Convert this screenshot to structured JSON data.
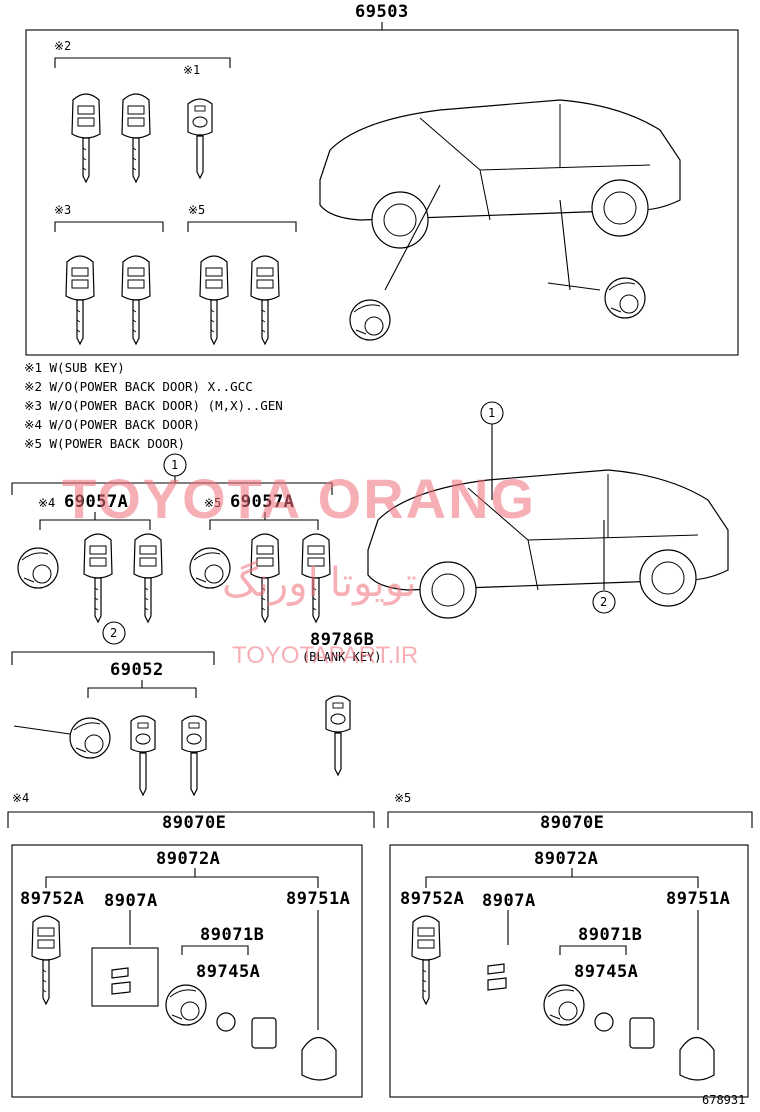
{
  "header_part": "69503",
  "notes": [
    "※1 W(SUB KEY)",
    "※2 W/O(POWER BACK DOOR) X..GCC",
    "※3 W/O(POWER BACK DOOR) (M,X)..GEN",
    "※4 W/O(POWER BACK DOOR)",
    "※5 W(POWER BACK DOOR)"
  ],
  "marks": {
    "m1": "※1",
    "m2": "※2",
    "m3": "※3",
    "m4": "※4",
    "m5": "※5"
  },
  "callouts": {
    "c1": "1",
    "c2": "2"
  },
  "parts": {
    "p69057a": "69057A",
    "p69052": "69052",
    "p89786b": "89786B",
    "blank_key": "(BLANK KEY)",
    "p89070e": "89070E",
    "p89072a": "89072A",
    "p89752a": "89752A",
    "p8907a": "8907A",
    "p89751a": "89751A",
    "p89071b": "89071B",
    "p89745a": "89745A"
  },
  "watermark": {
    "latin": "TOYOTA ORANG",
    "arabic": "تویوتا اورنگ",
    "site": "TOYOTAPART.IR"
  },
  "diagram_id": "678931"
}
